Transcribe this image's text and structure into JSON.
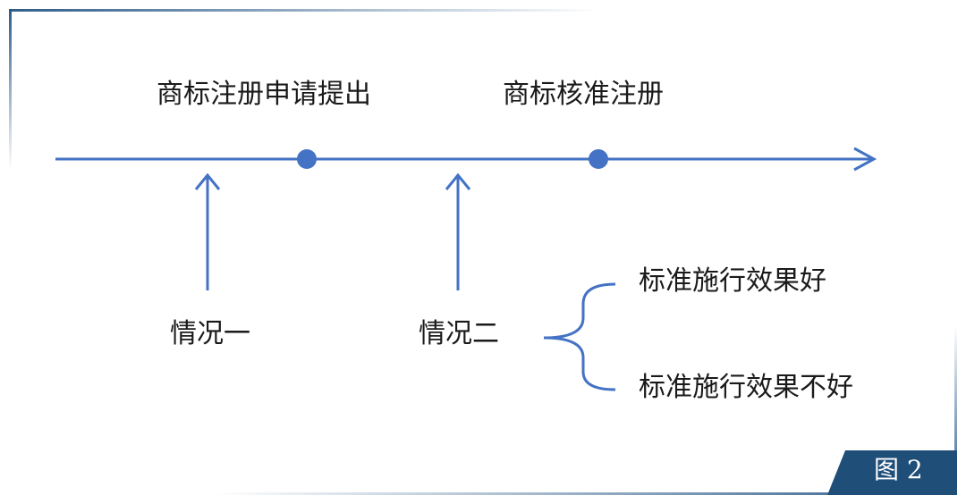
{
  "colors": {
    "line": "#4472C4",
    "frame": "#2E5C8A",
    "badge": "#1F4E79",
    "text": "#1a1a1a"
  },
  "timeline": {
    "event_application": "商标注册申请提出",
    "event_approval": "商标核准注册"
  },
  "cases": {
    "case1": "情况一",
    "case2": "情况二"
  },
  "outcomes": {
    "good": "标准施行效果好",
    "bad": "标准施行效果不好"
  },
  "figure": {
    "label": "图 2"
  }
}
